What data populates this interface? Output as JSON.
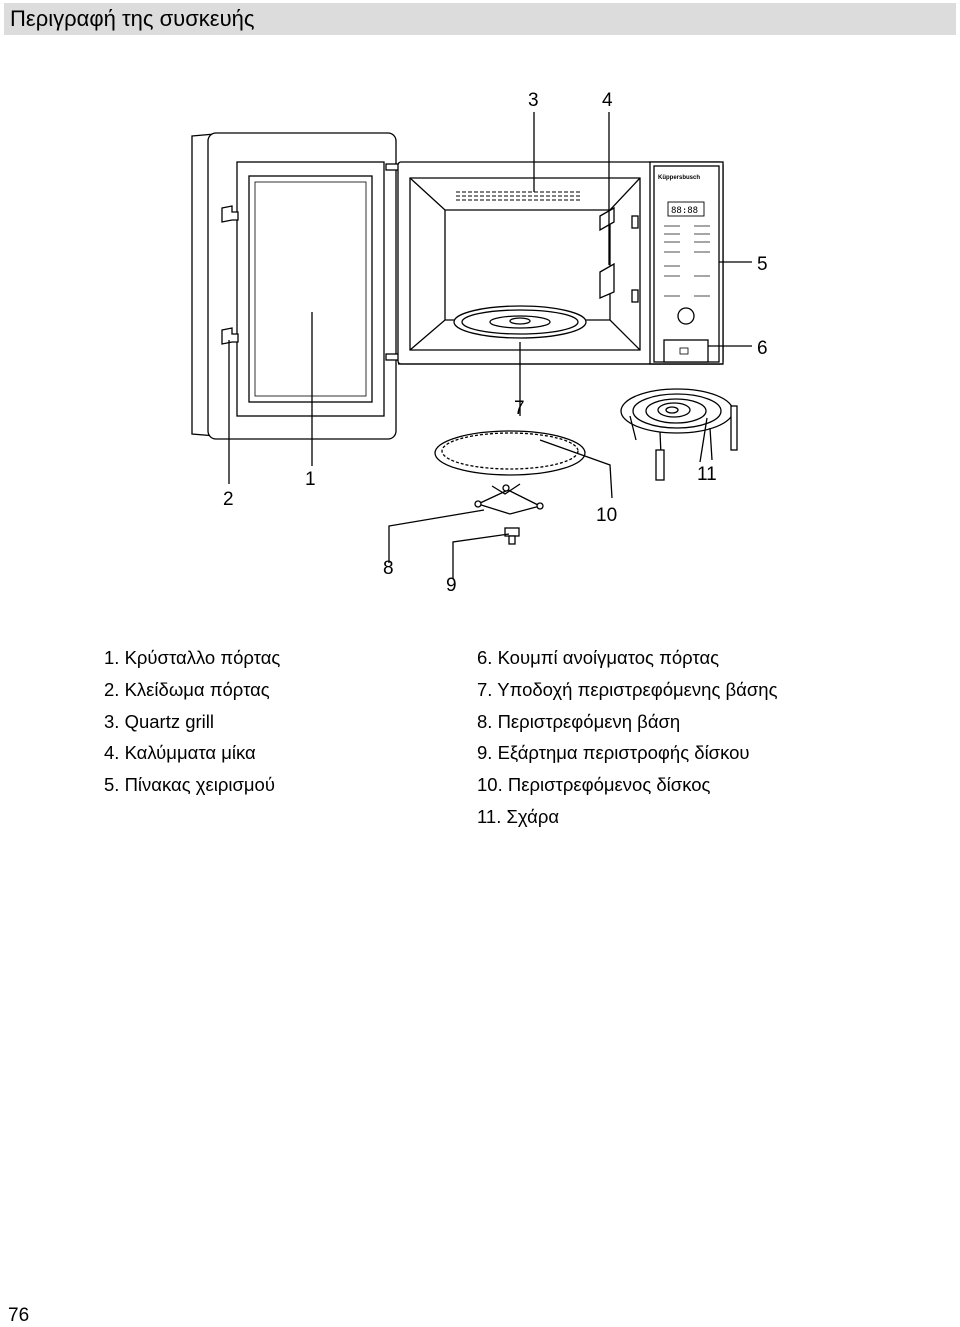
{
  "header": {
    "title": "Περιγραφή της συσκευής"
  },
  "figure": {
    "brand": "Küppersbusch",
    "display": "88:88",
    "callouts": [
      "1",
      "2",
      "3",
      "4",
      "5",
      "6",
      "7",
      "8",
      "9",
      "10",
      "11"
    ]
  },
  "legend": {
    "left": [
      "1. Κρύσταλλο πόρτας",
      "2. Κλείδωμα πόρτας",
      "3. Quartz grill",
      "4. Καλύμματα μίκα",
      "5. Πίνακας χειρισμού"
    ],
    "right": [
      "6. Κουμπί ανοίγματος πόρτας",
      "7. Υποδοχή περιστρεφόμενης βάσης",
      "8. Περιστρεφόμενη βάση",
      "9. Εξάρτημα περιστροφής δίσκου",
      "10. Περιστρεφόμενος δίσκος",
      "11. Σχάρα"
    ]
  },
  "page": {
    "number": "76"
  }
}
